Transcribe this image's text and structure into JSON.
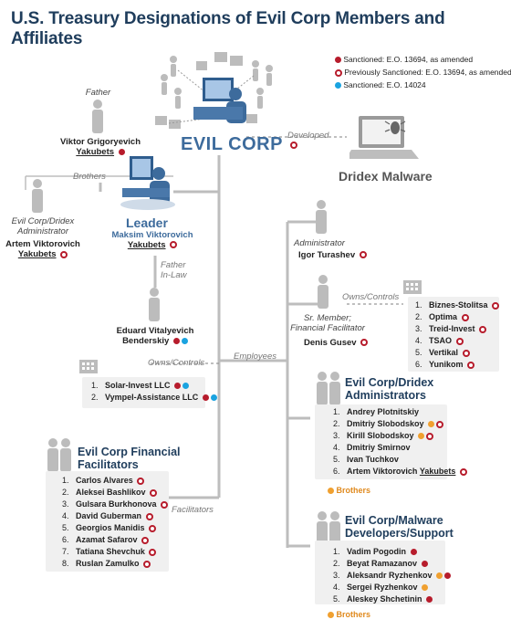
{
  "title": "U.S. Treasury Designations of Evil Corp Members and Affiliates",
  "legend": [
    {
      "label": "Sanctioned: E.O. 13694, as amended",
      "marker": "red"
    },
    {
      "label": "Previously Sanctioned: E.O. 13694, as amended",
      "marker": "ring"
    },
    {
      "label": "Sanctioned: E.O. 14024",
      "marker": "blue"
    }
  ],
  "colors": {
    "sanctioned": "#b71c2c",
    "eo14024": "#1aa3e0",
    "brothers": "#f0a030",
    "heading": "#1f3d5c",
    "accent": "#3d6b9c"
  },
  "org": {
    "name": "EVIL CORP",
    "developed_label": "Developed",
    "product": "Dridex Malware",
    "employees_label": "Employees",
    "facilitators_label": "Facilitators"
  },
  "father": {
    "role": "Father",
    "first": "Viktor Grigoryevich",
    "last": "Yakubets"
  },
  "brothers_label": "Brothers",
  "admin_brother": {
    "role_line1": "Evil Corp/Dridex",
    "role_line2": "Administrator",
    "first": "Artem Viktorovich",
    "last": "Yakubets"
  },
  "leader": {
    "title": "Leader",
    "first": "Maksim Viktorovich",
    "last": "Yakubets"
  },
  "father_in_law_label_1": "Father",
  "father_in_law_label_2": "In-Law",
  "father_in_law": {
    "first": "Eduard Vitalyevich",
    "last": "Benderskiy"
  },
  "owns_controls_label": "Owns/Controls",
  "benderskiy_companies": [
    {
      "num": "1.",
      "name": "Solar-Invest LLC"
    },
    {
      "num": "2.",
      "name": "Vympel-Assistance LLC"
    }
  ],
  "administrator": {
    "role": "Administrator",
    "name": "Igor Turashev"
  },
  "senior_member": {
    "role_line1": "Sr. Member;",
    "role_line2": "Financial Facilitator",
    "name": "Denis Gusev"
  },
  "gusev_companies": [
    {
      "num": "1.",
      "name": "Biznes-Stolitsa"
    },
    {
      "num": "2.",
      "name": "Optima"
    },
    {
      "num": "3.",
      "name": "Treid-Invest"
    },
    {
      "num": "4.",
      "name": "TSAO"
    },
    {
      "num": "5.",
      "name": "Vertikal"
    },
    {
      "num": "6.",
      "name": "Yunikom"
    }
  ],
  "dridex_admins": {
    "heading_line1": "Evil Corp/Dridex",
    "heading_line2": "Administrators",
    "members": [
      {
        "num": "1.",
        "name": "Andrey Plotnitskiy"
      },
      {
        "num": "2.",
        "name": "Dmitriy Slobodskoy"
      },
      {
        "num": "3.",
        "name": "Kirill Slobodskoy"
      },
      {
        "num": "4.",
        "name": "Dmitriy Smirnov"
      },
      {
        "num": "5.",
        "name": "Ivan Tuchkov"
      },
      {
        "num": "6.",
        "name": "Artem Viktorovich",
        "name_suffix": "Yakubets"
      }
    ],
    "brothers_note": "Brothers"
  },
  "malware_devs": {
    "heading_line1": "Evil Corp/Malware",
    "heading_line2": "Developers/Support",
    "members": [
      {
        "num": "1.",
        "name": "Vadim Pogodin"
      },
      {
        "num": "2.",
        "name": "Beyat Ramazanov"
      },
      {
        "num": "3.",
        "name": "Aleksandr Ryzhenkov"
      },
      {
        "num": "4.",
        "name": "Sergei Ryzhenkov"
      },
      {
        "num": "5.",
        "name": "Aleskey Shchetinin"
      }
    ],
    "brothers_note": "Brothers"
  },
  "financial_facilitators": {
    "heading_line1": "Evil Corp Financial",
    "heading_line2": "Facilitators",
    "members": [
      {
        "num": "1.",
        "name": "Carlos Alvares"
      },
      {
        "num": "2.",
        "name": "Aleksei Bashlikov"
      },
      {
        "num": "3.",
        "name": "Gulsara Burkhonova"
      },
      {
        "num": "4.",
        "name": "David Guberman"
      },
      {
        "num": "5.",
        "name": "Georgios Manidis"
      },
      {
        "num": "6.",
        "name": "Azamat Safarov"
      },
      {
        "num": "7.",
        "name": "Tatiana Shevchuk"
      },
      {
        "num": "8.",
        "name": "Ruslan Zamulko"
      }
    ]
  }
}
